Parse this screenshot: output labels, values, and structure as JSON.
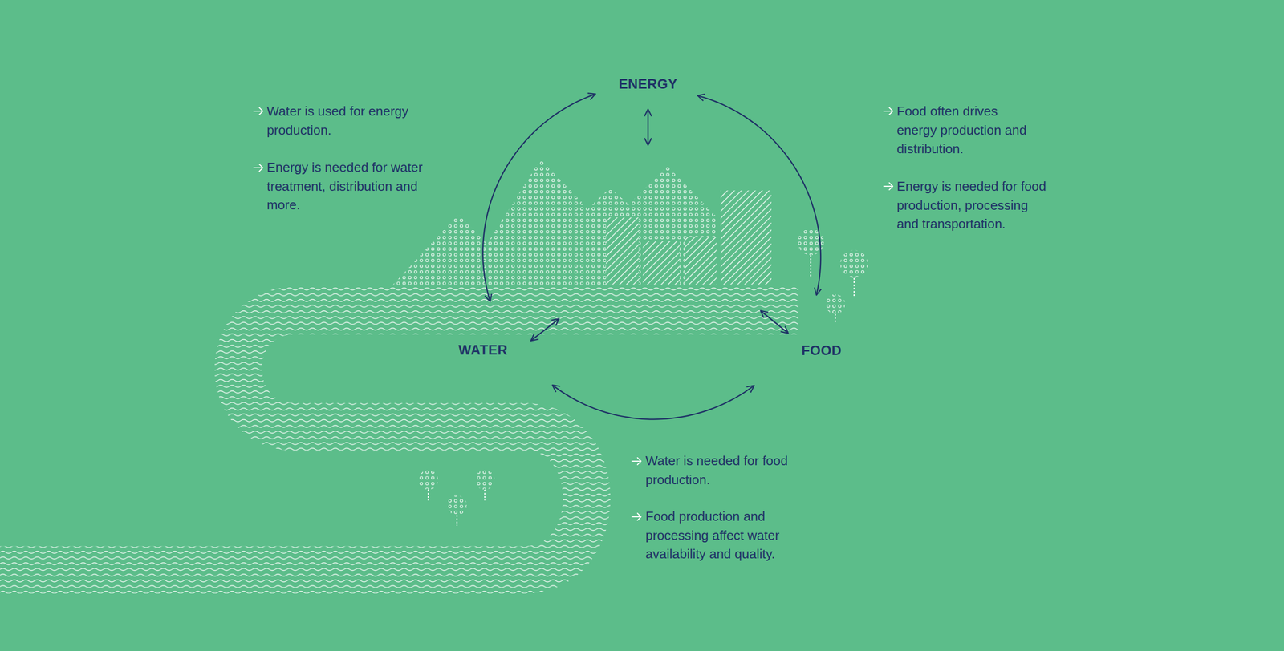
{
  "diagram": {
    "nodes": [
      {
        "text": [
          "ENERGY"
        ]
      },
      {
        "text": [
          "WATER"
        ]
      },
      {
        "text": [
          "FOOD"
        ]
      }
    ],
    "edges": [
      {
        "from": 0,
        "to": 1,
        "arrow": "both"
      },
      {
        "from": 0,
        "to": 2,
        "arrow": "both"
      },
      {
        "from": 1,
        "to": 2,
        "arrow": "both"
      }
    ],
    "labels": [
      "Water is used for energy production.",
      "Energy is needed for water treatment, distribution and more.",
      "Food often drives energy production and distribution.",
      "Energy is needed for food production, processing and transportation.",
      "Water is needed for food production.",
      "Food production and processing affect water availability and quality."
    ]
  }
}
